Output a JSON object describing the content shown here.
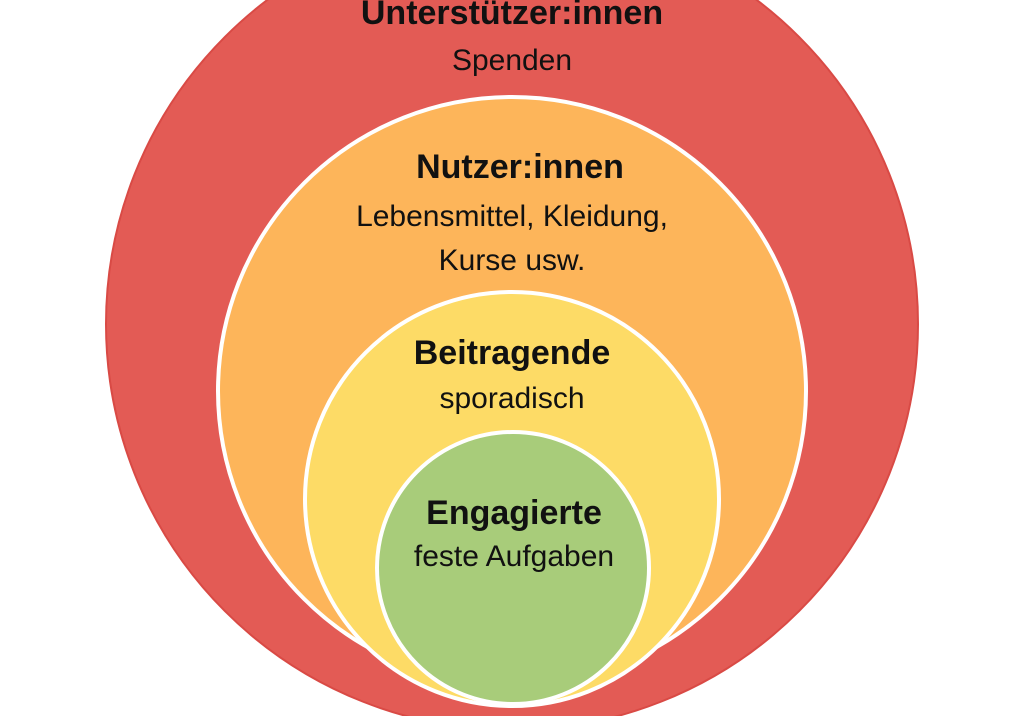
{
  "colors": {
    "outer": "#E35B55",
    "second": "#FDB55A",
    "third": "#FDDB66",
    "inner": "#A8CC7A",
    "stroke": "#FFFFFF"
  },
  "rings": [
    {
      "title": "Unterstützer:innen",
      "subtitle": "Spenden"
    },
    {
      "title": "Nutzer:innen",
      "subtitle": "Lebensmittel, Kleidung,",
      "subtitle2": "Kurse usw."
    },
    {
      "title": "Beitragende",
      "subtitle": "sporadisch"
    },
    {
      "title": "Engagierte",
      "subtitle": "feste Aufgaben"
    }
  ]
}
